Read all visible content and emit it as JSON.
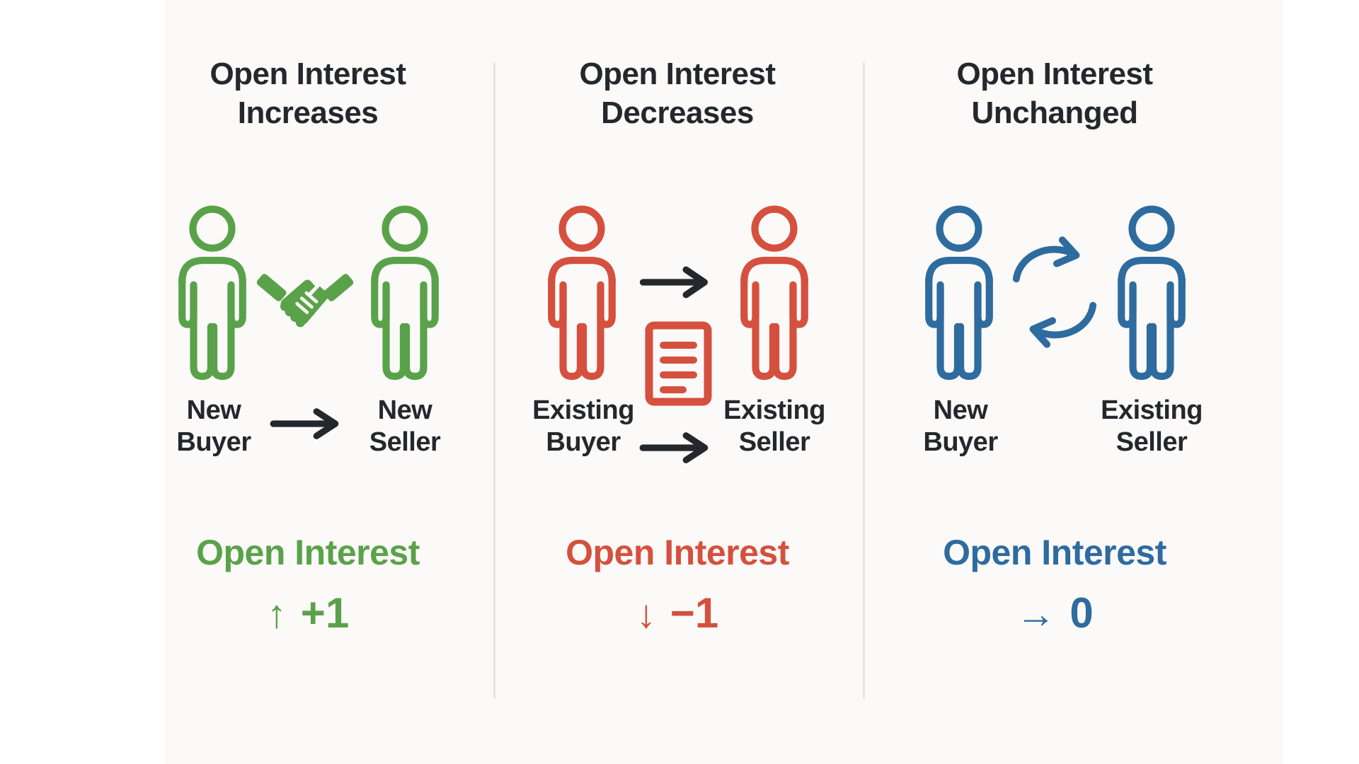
{
  "colors": {
    "green": "#5aa24a",
    "red": "#d5503e",
    "blue": "#2e6b9f",
    "dark": "#24282d",
    "divider": "#e6e5e2",
    "bg": "#fbfaf8"
  },
  "columns": [
    {
      "title": "Open Interest Increases",
      "left_role": "New Buyer",
      "right_role": "New Seller",
      "center_icon": "handshake-icon",
      "result_title": "Open Interest",
      "result_symbol": "↑",
      "result_value": "+1"
    },
    {
      "title": "Open Interest Decreases",
      "left_role": "Existing Buyer",
      "right_role": "Existing Seller",
      "center_icon": "document-icon",
      "result_title": "Open Interest",
      "result_symbol": "↓",
      "result_value": "−1"
    },
    {
      "title": "Open Interest Unchanged",
      "left_role": "New Buyer",
      "right_role": "Existing Seller",
      "center_icon": "cycle-arrows-icon",
      "result_title": "Open Interest",
      "result_symbol": "→",
      "result_value": "0"
    }
  ]
}
